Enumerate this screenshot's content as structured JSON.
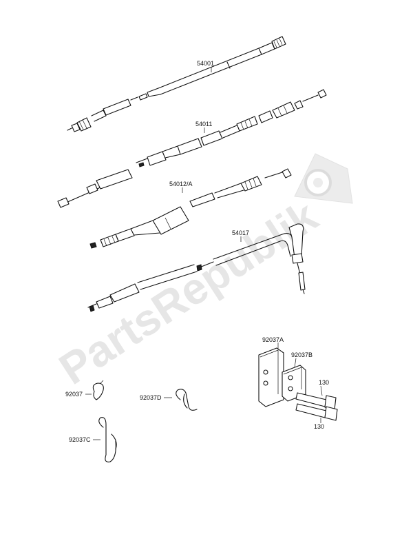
{
  "diagram": {
    "watermark": "PartsRepublik",
    "parts": {
      "cable_speedometer": "54001",
      "cable_throttle": "54011",
      "cable_clutch": "54012/A",
      "cable_choke": "54017",
      "bracket_a": "92037A",
      "bracket_b": "92037B",
      "bolt_top": "130",
      "bolt_bottom": "130",
      "clamp_92037": "92037",
      "clamp_92037d": "92037D",
      "clamp_92037c": "92037C"
    }
  }
}
